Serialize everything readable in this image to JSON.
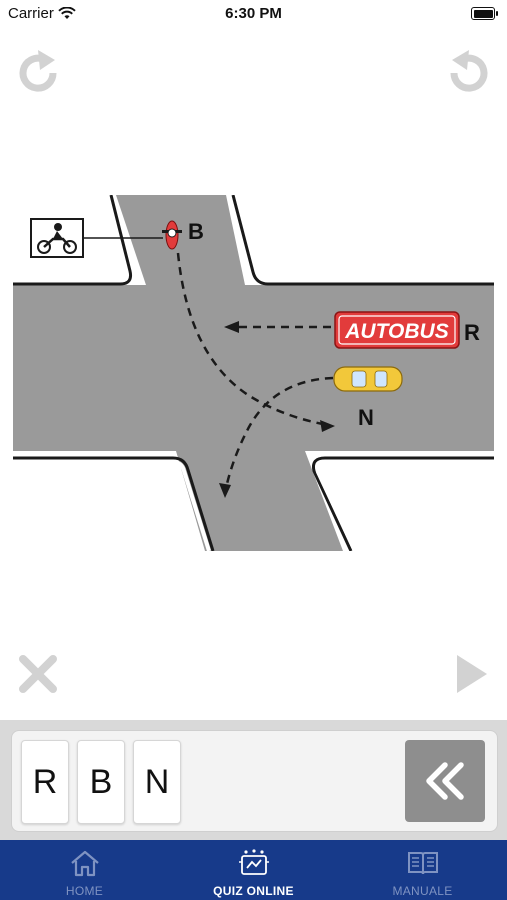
{
  "status_bar": {
    "carrier": "Carrier",
    "time": "6:30 PM"
  },
  "toolbar": {
    "redo": {
      "icon": "redo-icon"
    },
    "undo": {
      "icon": "undo-icon"
    },
    "clear": {
      "icon": "close-icon"
    },
    "next": {
      "icon": "play-icon"
    }
  },
  "diagram": {
    "bus_label": "AUTOBUS",
    "vehicles": [
      {
        "marker": "B",
        "kind": "motorcycle"
      },
      {
        "marker": "R",
        "kind": "bus"
      },
      {
        "marker": "N",
        "kind": "car"
      }
    ],
    "sign_icon": "motorcycle-sign-icon"
  },
  "answer": {
    "letters": [
      "R",
      "B",
      "N"
    ],
    "backspace_icon": "backspace-icon"
  },
  "tabs": [
    {
      "label": "HOME",
      "icon": "home-icon",
      "active": false
    },
    {
      "label": "QUIZ ONLINE",
      "icon": "quiz-icon",
      "active": true
    },
    {
      "label": "MANUALE",
      "icon": "book-icon",
      "active": false
    }
  ],
  "colors": {
    "tab_bar": "#173a8a",
    "tab_active": "#ffffff",
    "tab_inactive": "#7f93c2",
    "road": "#9a9a9a",
    "bus": "#e23b3b",
    "car": "#f2c83a",
    "toolbar_icon": "#d2d2d2"
  }
}
